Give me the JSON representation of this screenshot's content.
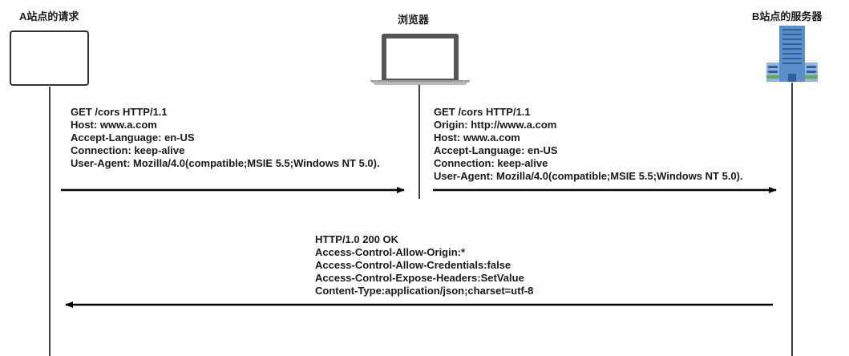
{
  "actors": {
    "site_a": "A站点的请求",
    "browser": "浏览器",
    "site_b": "B站点的服务器"
  },
  "messages": {
    "a_to_browser": [
      "GET /cors HTTP/1.1",
      "Host: www.a.com",
      "Accept-Language: en-US",
      "Connection: keep-alive",
      "User-Agent: Mozilla/4.0(compatible;MSIE 5.5;Windows NT 5.0)."
    ],
    "browser_to_b": [
      "GET /cors HTTP/1.1",
      "Origin: http://www.a.com",
      "Host: www.a.com",
      "Accept-Language: en-US",
      "Connection: keep-alive",
      "User-Agent: Mozilla/4.0(compatible;MSIE 5.5;Windows NT 5.0)."
    ],
    "b_to_a": [
      "HTTP/1.0 200 OK",
      "Access-Control-Allow-Origin:*",
      "Access-Control-Allow-Credentials:false",
      "Access-Control-Expose-Headers:SetValue",
      "Content-Type:application/json;charset=utf-8"
    ]
  },
  "icons": {
    "site_a": "request-box-icon",
    "browser": "laptop-icon",
    "site_b": "building-icon"
  }
}
